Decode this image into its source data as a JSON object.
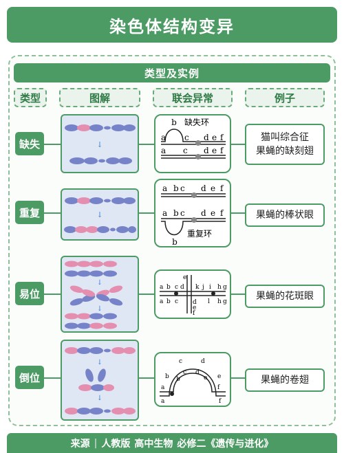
{
  "title": "染色体结构变异",
  "section": "类型及实例",
  "headers": {
    "type": "类型",
    "diagram": "图解",
    "abnormality": "联会异常",
    "example": "例子"
  },
  "rows": [
    {
      "type": "缺失",
      "examples": [
        "猫叫综合征",
        "果蝇的缺刻翅"
      ],
      "annotation": "缺失环",
      "top_letters": [
        "b",
        "a",
        "c",
        "d",
        "e",
        "f"
      ],
      "bottom_letters": [
        "a",
        "c",
        "d",
        "e",
        "f"
      ]
    },
    {
      "type": "重复",
      "examples": [
        "果蝇的棒状眼"
      ],
      "annotation": "重复环",
      "top_letters": [
        "a",
        "b",
        "c",
        "d",
        "e",
        "f"
      ],
      "bottom_letters": [
        "a",
        "b",
        "c",
        "d",
        "e",
        "f",
        "b"
      ]
    },
    {
      "type": "易位",
      "examples": [
        "果蝇的花斑眼"
      ],
      "top_letters": [
        "a",
        "b",
        "c",
        "d",
        "e",
        "k",
        "j",
        "i",
        "h",
        "g"
      ],
      "bottom_letters": [
        "a",
        "b",
        "c",
        "d",
        "e",
        "f",
        "l",
        "h",
        "g"
      ]
    },
    {
      "type": "倒位",
      "examples": [
        "果蝇的卷翅"
      ],
      "top_letters": [
        "a",
        "b",
        "c",
        "d",
        "e",
        "f"
      ],
      "bottom_letters": [
        "a",
        "b",
        "c",
        "d",
        "e",
        "f"
      ]
    }
  ],
  "footer": {
    "source": "来源",
    "publisher": "人教版",
    "course": "高中生物",
    "book": "必修二《遗传与进化》"
  },
  "colors": {
    "green": "#4c9a64",
    "pink": "#e58fb0",
    "blue": "#6f7ec8"
  }
}
